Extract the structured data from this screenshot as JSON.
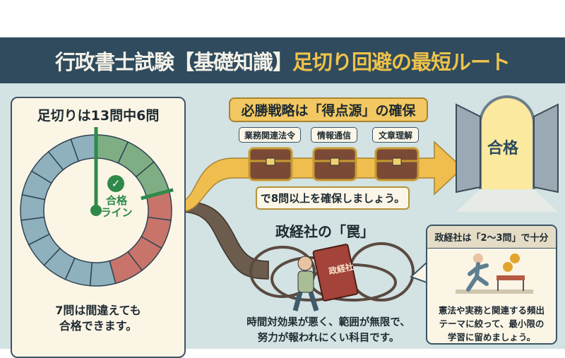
{
  "header": {
    "title_main": "行政書士試験【基礎知識】",
    "title_accent": "足切り回避の最短ルート"
  },
  "gauge": {
    "title": "足切りは13問中6問",
    "pass_label_1": "合格",
    "pass_label_2": "ライン",
    "note_1": "7問は間違えても",
    "note_2": "合格できます。",
    "total_questions": 13,
    "cutoff": 6
  },
  "strategy": {
    "title": "必勝戦略は「得点源」の確保",
    "tags": [
      "業務関連法令",
      "情報通信",
      "文章理解"
    ],
    "message": "で8問以上を確保しましょう。"
  },
  "door": {
    "label": "合格"
  },
  "trap": {
    "title": "政経社の「罠」",
    "book_label": "政経社",
    "desc_1": "時間対効果が悪く、範囲が無限で、",
    "desc_2": "努力が報われにくい科目です。"
  },
  "advice": {
    "title": "政経社は「2～3問」で十分",
    "line_1": "憲法や実務と関連する頻出",
    "line_2": "テーマに絞って、最小限の",
    "line_3": "学習に留めましょう。"
  },
  "colors": {
    "header": "#2f4b5d",
    "accent": "#efc24a",
    "green": "#7fae84",
    "red": "#c8746a",
    "blue": "#8fb0bd"
  }
}
